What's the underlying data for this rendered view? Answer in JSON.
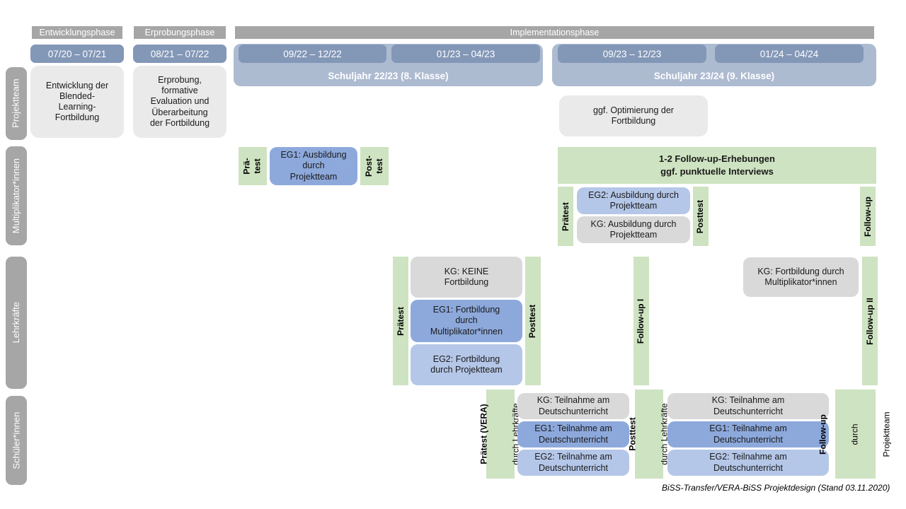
{
  "colors": {
    "phase_header_gray": "#a6a6a6",
    "sidebar_gray": "#a6a6a6",
    "school_year_band_blue": "#adbbd1",
    "period_bar_blue": "#8397b7",
    "light_gray_box": "#eaeaea",
    "kg_gray": "#d9d9d9",
    "eg1_blue": "#8da9dc",
    "eg2_blue": "#b5c7e8",
    "measurement_green": "#cee3c1"
  },
  "header": {
    "phases": [
      "Entwicklungsphase",
      "Erprobungsphase",
      "Implementationsphase"
    ],
    "periods": [
      "07/20 – 07/21",
      "08/21 – 07/22",
      "09/22 – 12/22",
      "01/23 – 04/23",
      "09/23 – 12/23",
      "01/24 – 04/24"
    ],
    "school_years": [
      "Schuljahr 22/23 (8. Klasse)",
      "Schuljahr 23/24 (9. Klasse)"
    ]
  },
  "sidebar": {
    "rows": [
      "Projektteam",
      "Multiplikator*innen",
      "Lehrkräfte",
      "Schüler*innen"
    ]
  },
  "projektteam": {
    "entwicklung": "Entwicklung der\nBlended-\nLearning-\nFortbildung",
    "erprobung": "Erprobung,\nformative\nEvaluation und\nÜberarbeitung\nder Fortbildung",
    "optimierung": "ggf. Optimierung der\nFortbildung"
  },
  "multiplikator": {
    "praetest1": "Prä-\ntest",
    "eg1": "EG1: Ausbildung\ndurch\nProjektteam",
    "posttest1": "Post-\ntest",
    "followup_box": "1-2 Follow-up-Erhebungen\nggf. punktuelle Interviews",
    "praetest2": "Prätest",
    "eg2": "EG2: Ausbildung durch\nProjektteam",
    "kg": "KG: Ausbildung durch\nProjektteam",
    "posttest2": "Posttest",
    "followup": "Follow-up"
  },
  "lehrkraefte": {
    "praetest": "Prätest",
    "kg": "KG: KEINE\nFortbildung",
    "eg1": "EG1: Fortbildung\ndurch\nMultiplikator*innen",
    "eg2": "EG2: Fortbildung\ndurch Projektteam",
    "posttest": "Posttest",
    "followup1": "Follow-up I",
    "kg2": "KG: Fortbildung durch\nMultiplikator*innen",
    "followup2": "Follow-up II"
  },
  "schueler": {
    "praetest_title": "Prätest (VERA)",
    "praetest_sub": "durch Lehrkräfte",
    "kg1": "KG: Teilnahme am\nDeutschunterricht",
    "eg1_1": "EG1: Teilnahme am\nDeutschunterricht",
    "eg2_1": "EG2: Teilnahme am\nDeutschunterricht",
    "posttest_title": "Posttest",
    "posttest_sub": "durch Lehrkräfte",
    "kg2": "KG: Teilnahme am\nDeutschunterricht",
    "eg1_2": "EG1: Teilnahme am\nDeutschunterricht",
    "eg2_2": "EG2: Teilnahme am\nDeutschunterricht",
    "followup_title": "Follow-up",
    "followup_sub1": "durch",
    "followup_sub2": "Projektteam"
  },
  "footer": {
    "caption": "BiSS-Transfer/VERA-BiSS Projektdesign (Stand 03.11.2020)"
  }
}
